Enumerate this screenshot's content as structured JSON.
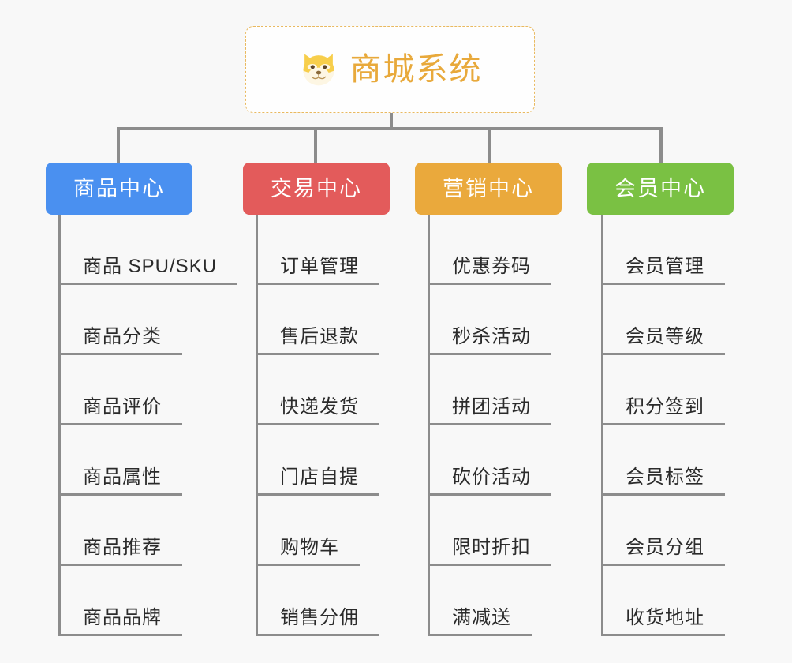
{
  "root": {
    "title": "商城系统",
    "icon": "shiba-dog-icon",
    "border_color": "#e9b95f",
    "text_color": "#e8a93b"
  },
  "theme": {
    "background": "#f8f8f8",
    "connector_color": "#8c8c8c",
    "leaf_text_color": "#2b2b2b"
  },
  "branches": [
    {
      "label": "商品中心",
      "color": "#4a90f0",
      "items": [
        "商品 SPU/SKU",
        "商品分类",
        "商品评价",
        "商品属性",
        "商品推荐",
        "商品品牌"
      ]
    },
    {
      "label": "交易中心",
      "color": "#e35b5b",
      "items": [
        "订单管理",
        "售后退款",
        "快递发货",
        "门店自提",
        "购物车",
        "销售分佣"
      ]
    },
    {
      "label": "营销中心",
      "color": "#eaa93c",
      "items": [
        "优惠券码",
        "秒杀活动",
        "拼团活动",
        "砍价活动",
        "限时折扣",
        "满减送"
      ]
    },
    {
      "label": "会员中心",
      "color": "#7ac143",
      "items": [
        "会员管理",
        "会员等级",
        "积分签到",
        "会员标签",
        "会员分组",
        "收货地址"
      ]
    }
  ]
}
